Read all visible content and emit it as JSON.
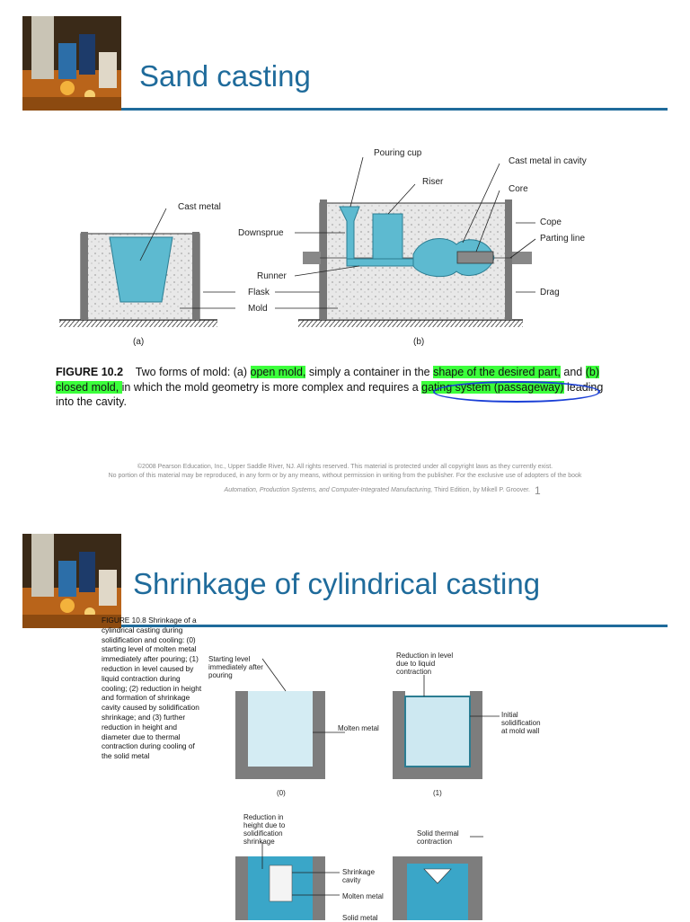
{
  "slide1": {
    "title": "Sand casting",
    "figure": {
      "labels": {
        "pouring_cup": "Pouring cup",
        "cast_metal_in_cavity": "Cast metal in cavity",
        "riser": "Riser",
        "core": "Core",
        "cast_metal": "Cast metal",
        "downsprue": "Downsprue",
        "cope": "Cope",
        "parting_line": "Parting line",
        "runner": "Runner",
        "flask": "Flask",
        "mold": "Mold",
        "drag": "Drag",
        "a": "(a)",
        "b": "(b)"
      },
      "caption": {
        "fig_no": "FIGURE 10.2",
        "p1": "Two forms of mold: (a) ",
        "h1": "open mold,",
        "p2": " simply a container in the ",
        "h2": "shape of the desired part,",
        "p3": " and ",
        "h3": "(b) closed mold, ",
        "p4": "in which the mold geometry is more complex and requires a ",
        "h4": "gating system (passageway)",
        "p5": " leading into the cavity."
      }
    },
    "copyright": {
      "line1": "©2008 Pearson Education, Inc., Upper Saddle River, NJ.  All rights reserved.  This material is protected under all copyright laws as they currently exist.",
      "line2": "No portion of this material may be reproduced, in any form or by any means, without permission in writing from the publisher.  For the exclusive use of adopters of the book",
      "book": "Automation, Production Systems, and Computer-Integrated Manufacturing,",
      "edition": " Third Edition, by Mikell P. Groover."
    },
    "page_number": "1"
  },
  "slide2": {
    "title": "Shrinkage of cylindrical casting",
    "figure_caption": "FIGURE 10.8  Shrinkage of a cylindrical casting during solidification and cooling: (0) starting level of molten metal immediately after pouring; (1) reduction in level caused by liquid contraction during cooling; (2) reduction in height and formation of shrinkage cavity caused by solidification shrinkage; and (3) further reduction in height and diameter due to thermal contraction during cooling of the solid metal",
    "labels": {
      "starting_level": "Starting level immediately after pouring",
      "reduction_liquid": "Reduction in level due to liquid contraction",
      "initial_solidification": "Initial solidification at mold wall",
      "molten_metal": "Molten metal",
      "step0": "(0)",
      "step1": "(1)",
      "reduction_solid": "Reduction in height due to solidification shrinkage",
      "solid_thermal": "Solid thermal contraction",
      "shrinkage_cavity": "Shrinkage cavity",
      "molten_metal2": "Molten metal",
      "solid_metal": "Solid metal"
    }
  }
}
